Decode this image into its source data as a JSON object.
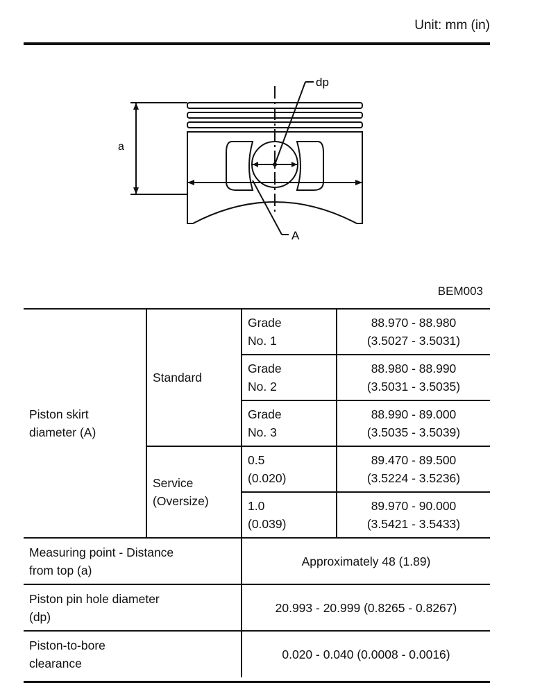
{
  "header": {
    "unit": "Unit: mm (in)"
  },
  "figure": {
    "label_dp": "dp",
    "label_a": "a",
    "label_A": "A",
    "code": "BEM003"
  },
  "table": {
    "skirt": {
      "label": [
        "Piston skirt",
        "diameter (A)"
      ],
      "standard": "Standard",
      "service": [
        "Service",
        "(Oversize)"
      ],
      "rows": [
        {
          "grade": [
            "Grade",
            "No. 1"
          ],
          "value": [
            "88.970 - 88.980",
            "(3.5027 - 3.5031)"
          ]
        },
        {
          "grade": [
            "Grade",
            "No. 2"
          ],
          "value": [
            "88.980 - 88.990",
            "(3.5031 - 3.5035)"
          ]
        },
        {
          "grade": [
            "Grade",
            "No. 3"
          ],
          "value": [
            "88.990 - 89.000",
            "(3.5035 - 3.5039)"
          ]
        },
        {
          "grade": [
            "0.5",
            "(0.020)"
          ],
          "value": [
            "89.470 - 89.500",
            "(3.5224 - 3.5236)"
          ]
        },
        {
          "grade": [
            "1.0",
            "(0.039)"
          ],
          "value": [
            "89.970 - 90.000",
            "(3.5421 - 3.5433)"
          ]
        }
      ]
    },
    "measuring": {
      "label": [
        "Measuring point - Distance",
        "from top (a)"
      ],
      "value": "Approximately 48 (1.89)"
    },
    "pinhole": {
      "label": [
        "Piston pin hole diameter",
        "(dp)"
      ],
      "value": "20.993 - 20.999 (0.8265 - 0.8267)"
    },
    "clearance": {
      "label": [
        "Piston-to-bore",
        "clearance"
      ],
      "value": "0.020 - 0.040 (0.0008 - 0.0016)"
    }
  }
}
